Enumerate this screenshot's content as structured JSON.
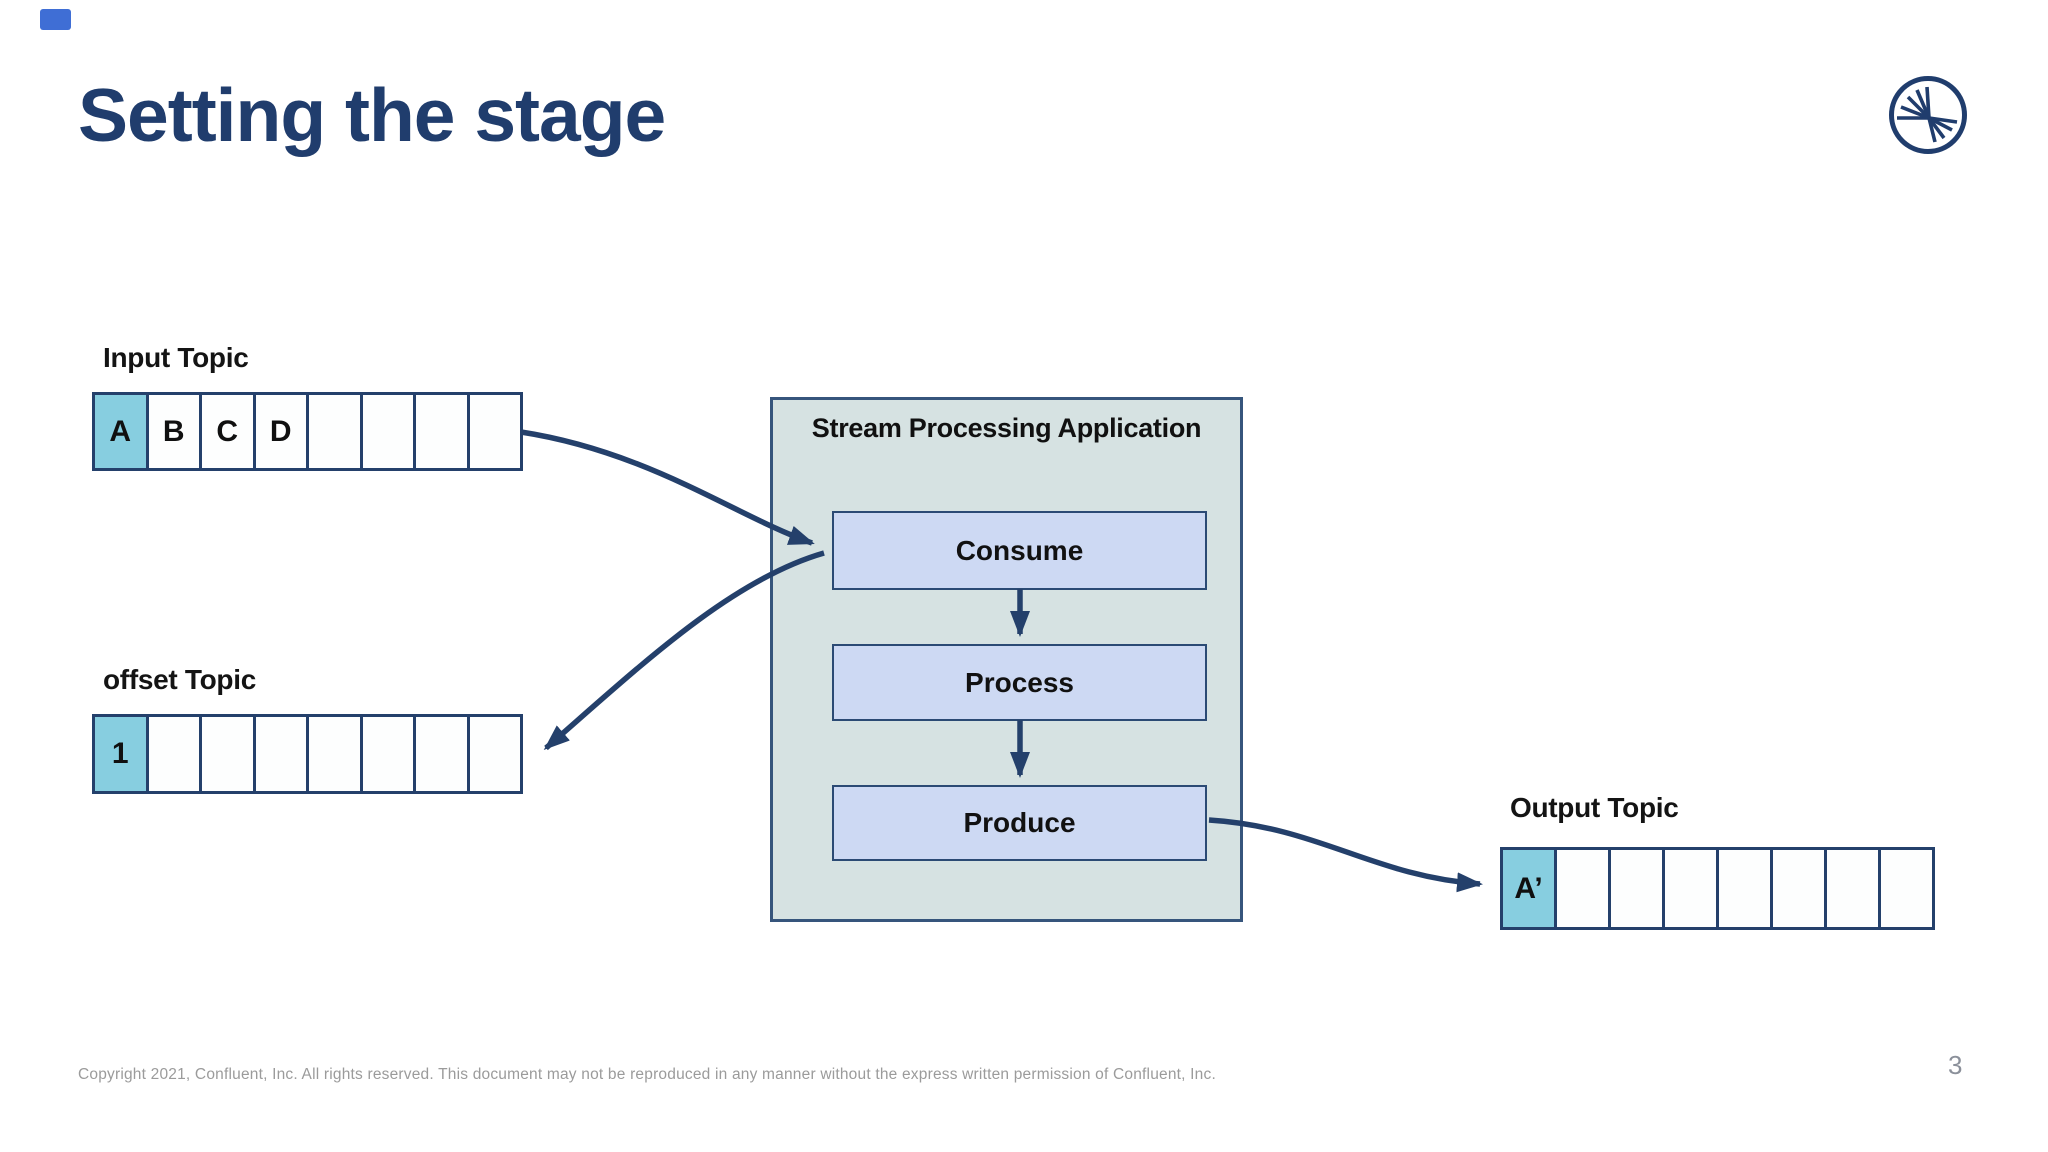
{
  "slide": {
    "title": "Setting the stage",
    "page_number": "3",
    "footer": "Copyright 2021, Confluent, Inc. All rights reserved. This document may not be reproduced in any manner without the express written permission of Confluent, Inc."
  },
  "colors": {
    "navy": "#24406b",
    "title_navy": "#203d6d",
    "cell_highlight": "#87cee0",
    "application_fill": "#d6e2e2",
    "step_fill": "#cdd9f3"
  },
  "input_topic": {
    "label": "Input Topic",
    "cells": [
      "A",
      "B",
      "C",
      "D",
      "",
      "",
      "",
      ""
    ],
    "highlighted_index": 0
  },
  "offset_topic": {
    "label": "offset Topic",
    "cells": [
      "1",
      "",
      "",
      "",
      "",
      "",
      "",
      ""
    ],
    "highlighted_index": 0
  },
  "output_topic": {
    "label": "Output Topic",
    "cells": [
      "A’",
      "",
      "",
      "",
      "",
      "",
      "",
      ""
    ],
    "highlighted_index": 0
  },
  "application": {
    "title": "Stream Processing Application",
    "steps": [
      "Consume",
      "Process",
      "Produce"
    ]
  },
  "logo": "confluent-logo"
}
